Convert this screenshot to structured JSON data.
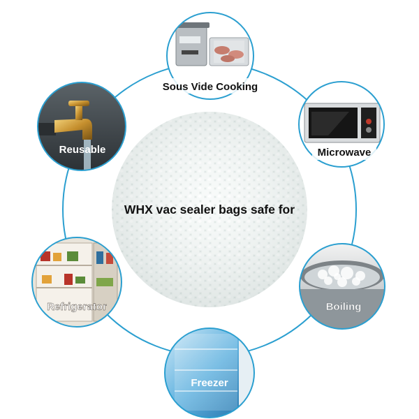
{
  "center": {
    "text": "WHX vac sealer bags safe for"
  },
  "uses": [
    {
      "id": "sous-vide",
      "label": "Sous Vide Cooking"
    },
    {
      "id": "microwave",
      "label": "Microwave"
    },
    {
      "id": "boiling",
      "label": "Boiling"
    },
    {
      "id": "freezer",
      "label": "Freezer"
    },
    {
      "id": "refrigerator",
      "label": "Refrigerator"
    },
    {
      "id": "reusable",
      "label": "Reusable"
    }
  ],
  "colors": {
    "ring": "#2b9fd0",
    "label_dark": "#111111",
    "label_light": "#ffffff"
  }
}
